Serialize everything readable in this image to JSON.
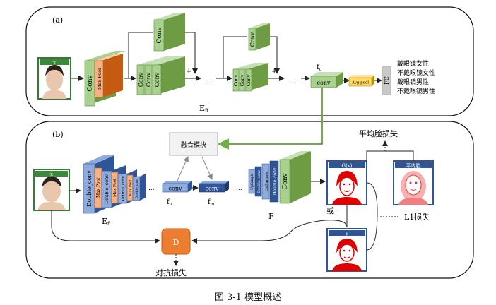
{
  "panel_a": {
    "label": "(a)",
    "input_label": "x",
    "block1": [
      "Conv",
      "Max Pool"
    ],
    "branch_conv": "Conv",
    "res_stack": [
      "Conv",
      "Conv",
      "Conv"
    ],
    "plus": "+",
    "ellipsis": "...",
    "branch_conv2": "Conv",
    "res_stack2": [
      "Conv",
      "Conv",
      "Conv"
    ],
    "plus2": "+",
    "ellipsis2": "...",
    "fc_label": "f",
    "fc_sub": "c",
    "conv_label": "conv",
    "avgpool_label": "Avg pool",
    "fc_box": "FC",
    "classes": [
      "戴眼镜女性",
      "不戴眼镜女性",
      "戴眼镜男性",
      "不戴眼镜男性"
    ],
    "efi_label": "E",
    "efi_sub": "fi"
  },
  "panel_b": {
    "label": "(b)",
    "input_label": "x",
    "double_convs": [
      "Double_conv",
      "Double_conv",
      "Double_conv",
      "Double_conv"
    ],
    "max_pools": [
      "Max Pool",
      "Max Pool",
      "Max Pool"
    ],
    "efi_label": "E",
    "efi_sub": "fi",
    "fusion": "融合模块",
    "conv_u": "conv",
    "conv_m": "conv",
    "fu_label": "f",
    "fu_sub": "u",
    "fm_label": "f",
    "fm_sub": "m",
    "ellipsis": "...",
    "upsamples": [
      "UpSample",
      "Double_conv",
      "UpSample",
      "Double_conv"
    ],
    "f_conv": "Conv",
    "f_label": "F",
    "gx_label": "G(x)",
    "avgface_label": "平均脸",
    "avgface_loss": "平均脸损失",
    "or_label": "或",
    "y_label": "y",
    "l1_loss": "L1损失",
    "d_label": "D",
    "adv_loss": "对抗损失"
  },
  "caption": "图 3-1  模型概述"
}
